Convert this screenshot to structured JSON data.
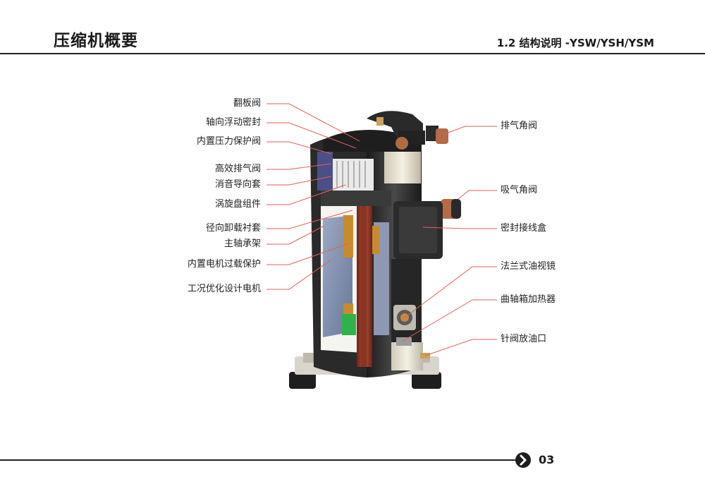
{
  "header": {
    "page_title": "压缩机概要",
    "section_title": "1.2 结构说明 -YSW/YSH/YSM"
  },
  "labels_left": [
    "翻板阀",
    "轴向浮动密封",
    "内置压力保护阀",
    "高效排气阀",
    "消音导向套",
    "涡旋盘组件",
    "径向卸载衬套",
    "主轴承架",
    "内置电机过载保护",
    "工况优化设计电机"
  ],
  "labels_right": [
    "排气角阀",
    "吸气角阀",
    "密封接线盒",
    "法兰式油视镜",
    "曲轴箱加热器",
    "针阀放油口"
  ],
  "footer": {
    "page_number": "03",
    "nav_icon": "chevron-right-icon"
  },
  "colors": {
    "leader_line": "#e0605a",
    "rule": "#222222"
  }
}
